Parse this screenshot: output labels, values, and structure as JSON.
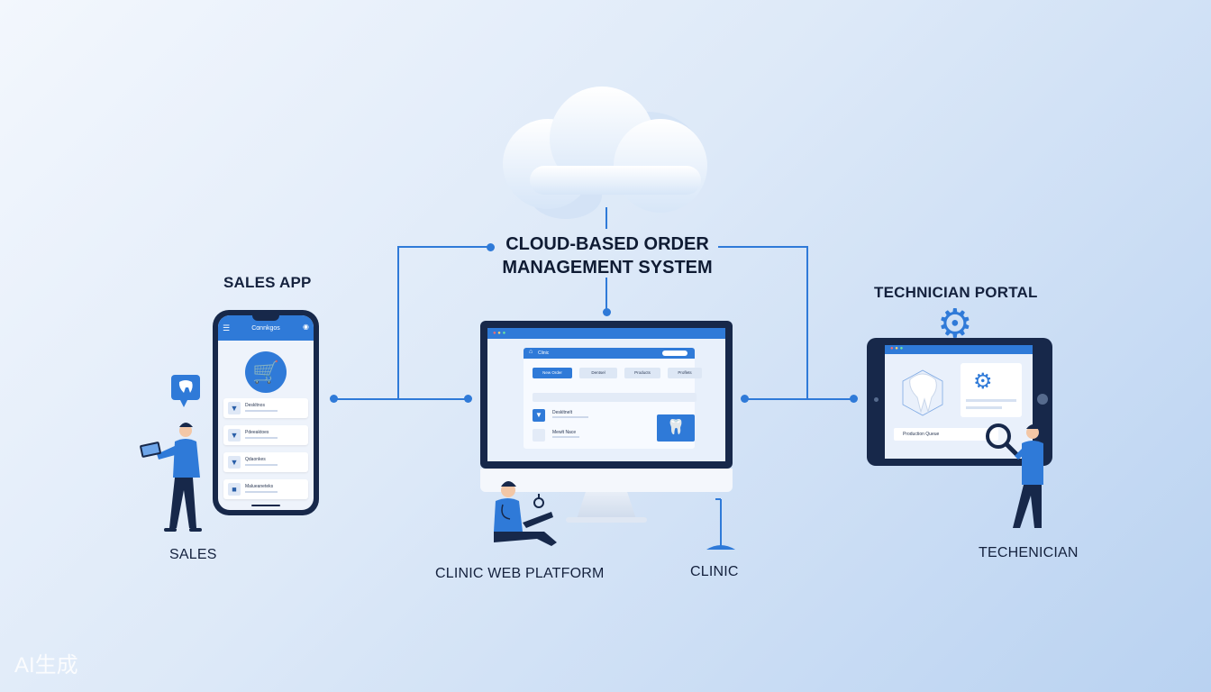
{
  "diagram": {
    "title": "CLOUD-BASED ORDER MANAGEMENT SYSTEM",
    "title_line1": "CLOUD-BASED ORDER",
    "title_line2": "MANAGEMENT SYSTEM",
    "sales_app_label": "SALES APP",
    "technician_portal_label": "TECHNICIAN PORTAL",
    "sales_label": "SALES",
    "clinic_web_platform_label": "CLINIC WEB PLATFORM",
    "clinic_label": "CLINIC",
    "technician_label": "TECHENICIAN",
    "watermark": "AI生成"
  },
  "phone_app": {
    "header": "Cɑnnkgos",
    "rows": [
      "Deskltnos",
      "Pdeeaktoes",
      "Qdaonkes",
      "Malueaneteks"
    ]
  },
  "web_platform": {
    "window_title": "Clinic",
    "tabs": [
      "New Order",
      "Dentsel",
      "Products",
      "Proflets"
    ],
    "rows": [
      "Deskltnelt",
      "Mewlt Nace"
    ]
  },
  "technician_app": {
    "field": "Production Queue"
  },
  "colors": {
    "accent": "#2f7ad8",
    "dark": "#17284a",
    "background": "#dde9f8"
  }
}
